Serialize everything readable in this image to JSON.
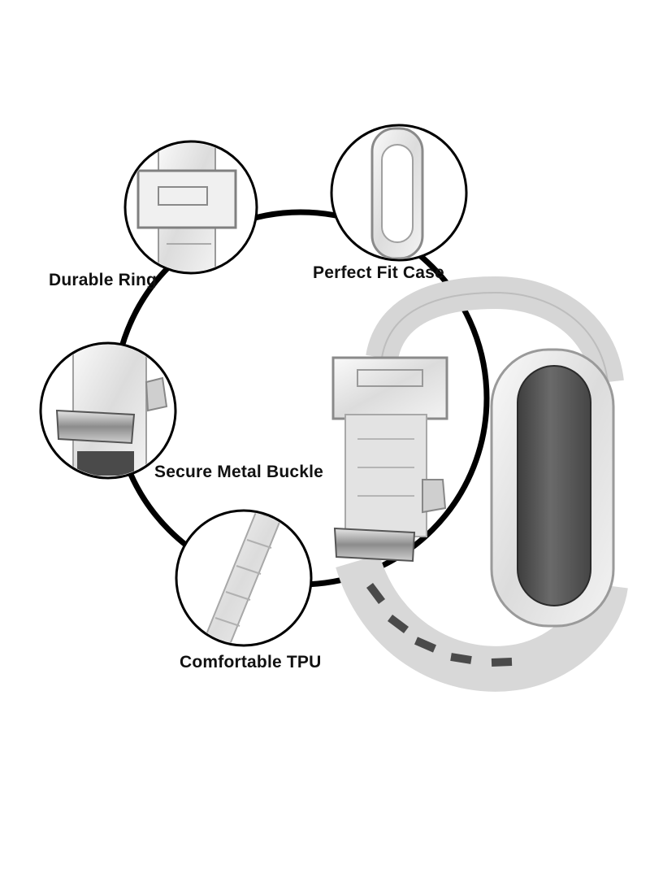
{
  "features": [
    {
      "id": "ring",
      "label": "Durable Ring",
      "icon": "band-loop-closeup"
    },
    {
      "id": "case",
      "label": "Perfect Fit Case",
      "icon": "clear-case-closeup"
    },
    {
      "id": "buckle",
      "label": "Secure Metal Buckle",
      "icon": "metal-buckle-closeup"
    },
    {
      "id": "tpu",
      "label": "Comfortable TPU",
      "icon": "tpu-strap-closeup"
    }
  ],
  "colors": {
    "background": "#ffffff",
    "ring": "#000000",
    "text": "#111111",
    "clear_band": "#e8e8e8",
    "tracker": "#555555",
    "metal": "#9a9a9a"
  }
}
